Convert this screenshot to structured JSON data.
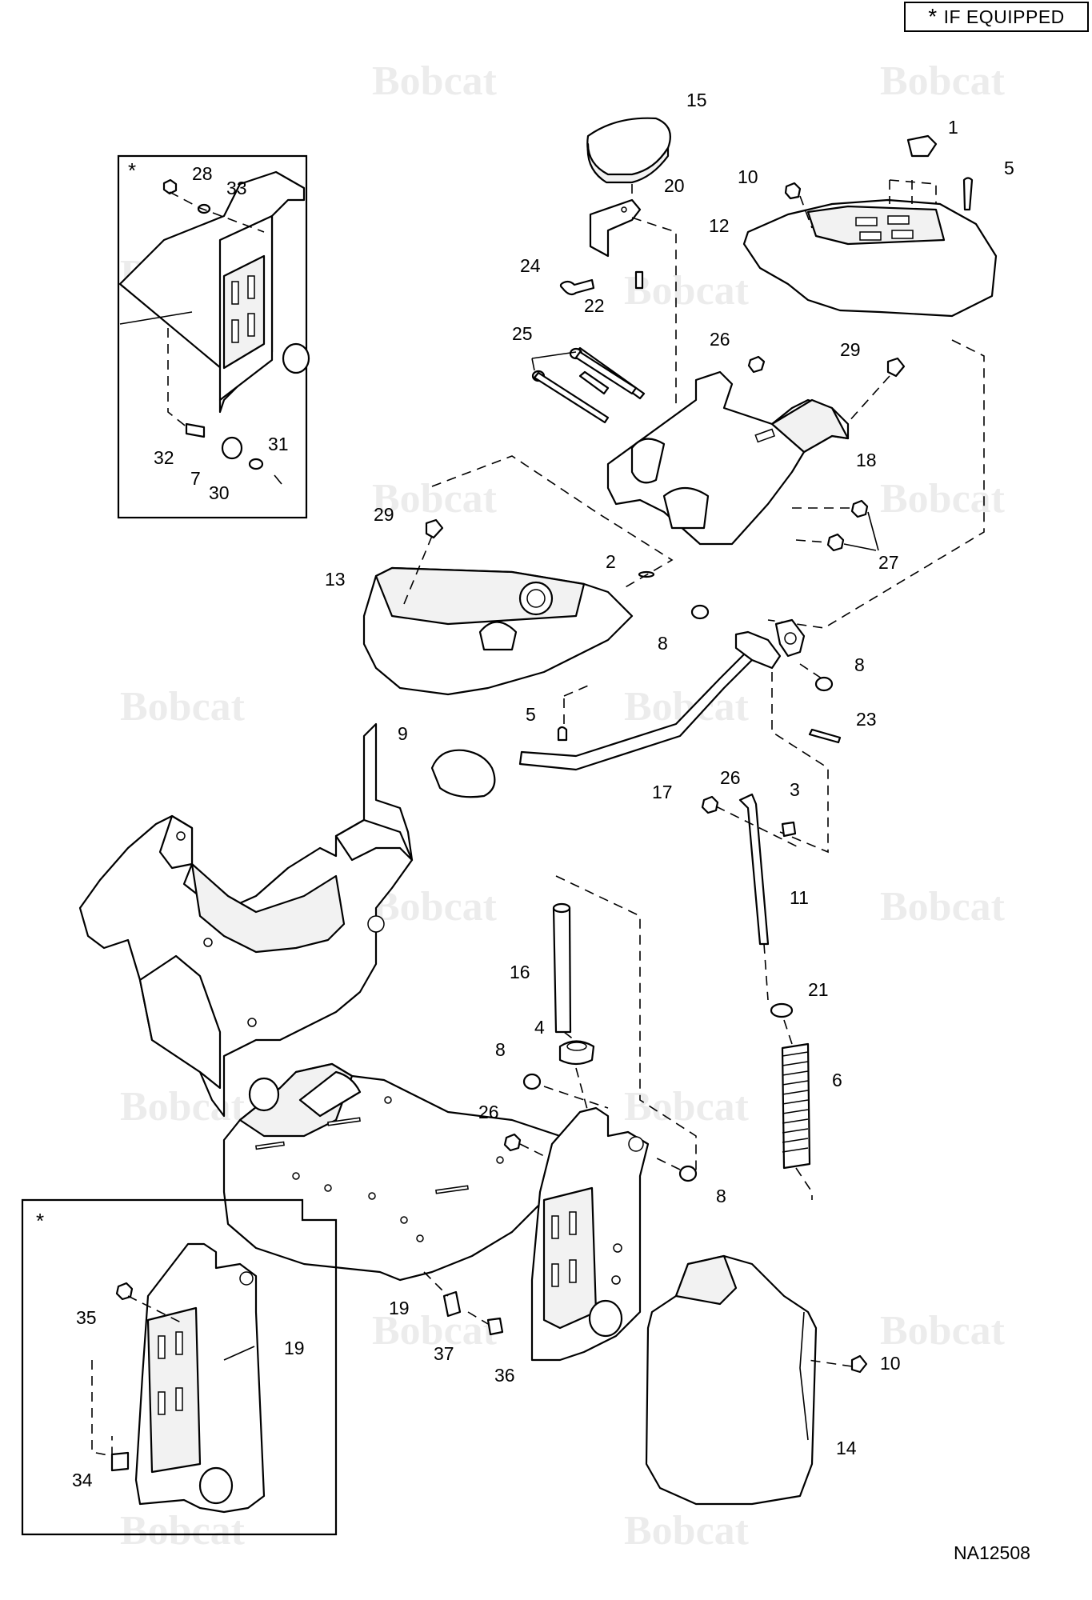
{
  "legend": {
    "symbol": "*",
    "text": "IF EQUIPPED"
  },
  "drawing_number": "NA12508",
  "watermark": "Bobcat",
  "inset_marker": "*",
  "callouts": {
    "c1": "1",
    "c2": "2",
    "c3": "3",
    "c4": "4",
    "c5a": "5",
    "c5b": "5",
    "c6": "6",
    "c7": "7",
    "c8a": "8",
    "c8b": "8",
    "c8c": "8",
    "c8d": "8",
    "c9": "9",
    "c10a": "10",
    "c10b": "10",
    "c11": "11",
    "c12": "12",
    "c13": "13",
    "c14": "14",
    "c15": "15",
    "c16": "16",
    "c17": "17",
    "c18": "18",
    "c19a": "19",
    "c19b": "19",
    "c20": "20",
    "c21": "21",
    "c22": "22",
    "c23": "23",
    "c24": "24",
    "c25": "25",
    "c26a": "26",
    "c26b": "26",
    "c26c": "26",
    "c27": "27",
    "c28": "28",
    "c29a": "29",
    "c29b": "29",
    "c30": "30",
    "c31": "31",
    "c32": "32",
    "c33": "33",
    "c34": "34",
    "c35": "35",
    "c36": "36",
    "c37": "37"
  }
}
